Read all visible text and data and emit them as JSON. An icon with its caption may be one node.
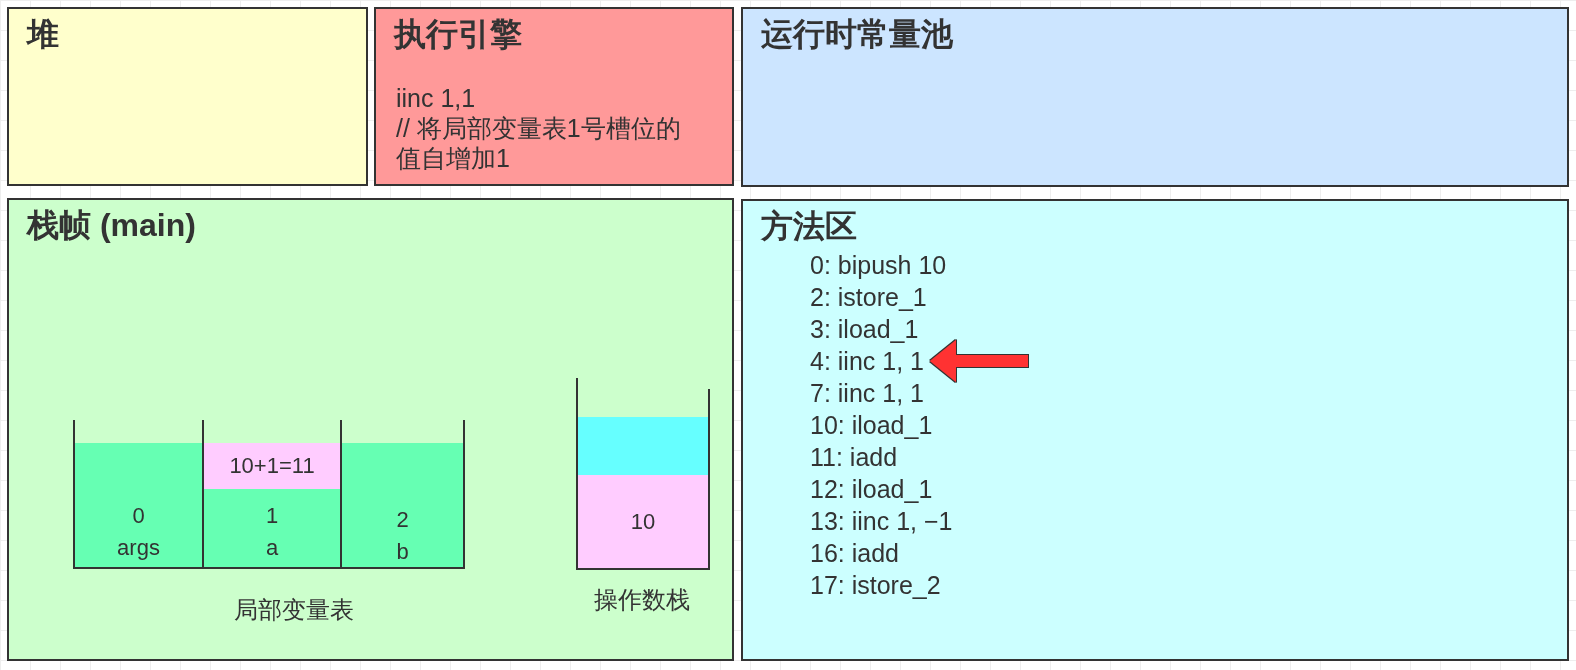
{
  "diagram": {
    "nodes": [
      {
        "text": [
          "堆"
        ]
      },
      {
        "text": [
          "执行引擎",
          "iinc 1,1",
          "// 将局部变量表1号槽位的值自增加1"
        ]
      },
      {
        "text": [
          "运行时常量池"
        ]
      },
      {
        "text": [
          "栈帧 (main)"
        ]
      },
      {
        "text": [],
        "shape": "box",
        "in": 3,
        "beside": [
          "局部变量表"
        ]
      },
      {
        "text": [
          "0",
          "args"
        ],
        "in": 4
      },
      {
        "text": [
          "1",
          "a"
        ],
        "in": 4
      },
      {
        "text": [
          "10+1=11"
        ],
        "in": 6
      },
      {
        "text": [
          "2",
          "b"
        ],
        "in": 4
      },
      {
        "text": [],
        "shape": "box",
        "in": 3,
        "beside": [
          "操作数栈"
        ]
      },
      {
        "text": [],
        "shape": "box",
        "in": 9
      },
      {
        "text": [
          "10"
        ],
        "in": 9
      },
      {
        "text": [
          "方法区",
          "0: bipush 10",
          "2: istore_1",
          "3: iload_1",
          "7: iinc 1, 1",
          "10: iload_1",
          "11: iadd",
          "12: iload_1",
          "13: iinc 1, −1",
          "16: iadd",
          "17: istore_2"
        ]
      },
      {
        "text": [
          "4: iinc 1, 1"
        ],
        "in": 12
      }
    ],
    "edges": [
      {
        "from": null,
        "to": 13,
        "arrow": "to"
      }
    ]
  }
}
